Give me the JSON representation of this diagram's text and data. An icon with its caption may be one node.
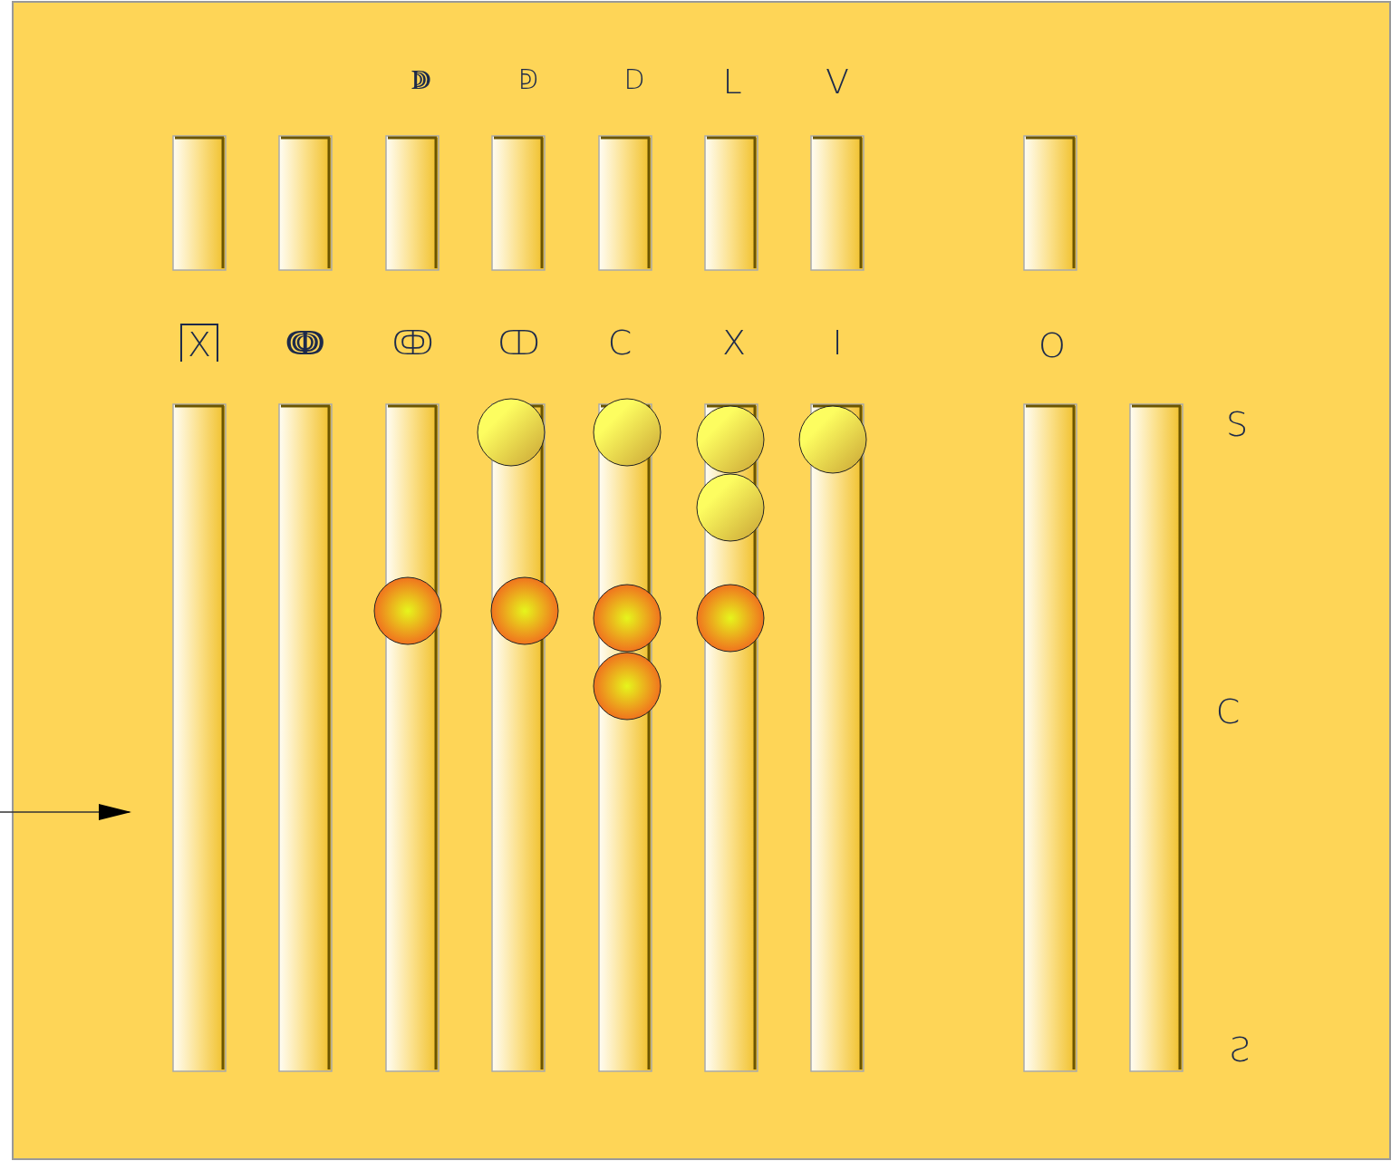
{
  "diagram": {
    "labels": [
      "ↇ",
      "ↁ",
      "D",
      "L",
      "V",
      "X",
      "ↈ",
      "ↂ",
      "ↀ",
      "C",
      "X",
      "I",
      "O",
      "S",
      "C",
      "Ƨ"
    ]
  }
}
